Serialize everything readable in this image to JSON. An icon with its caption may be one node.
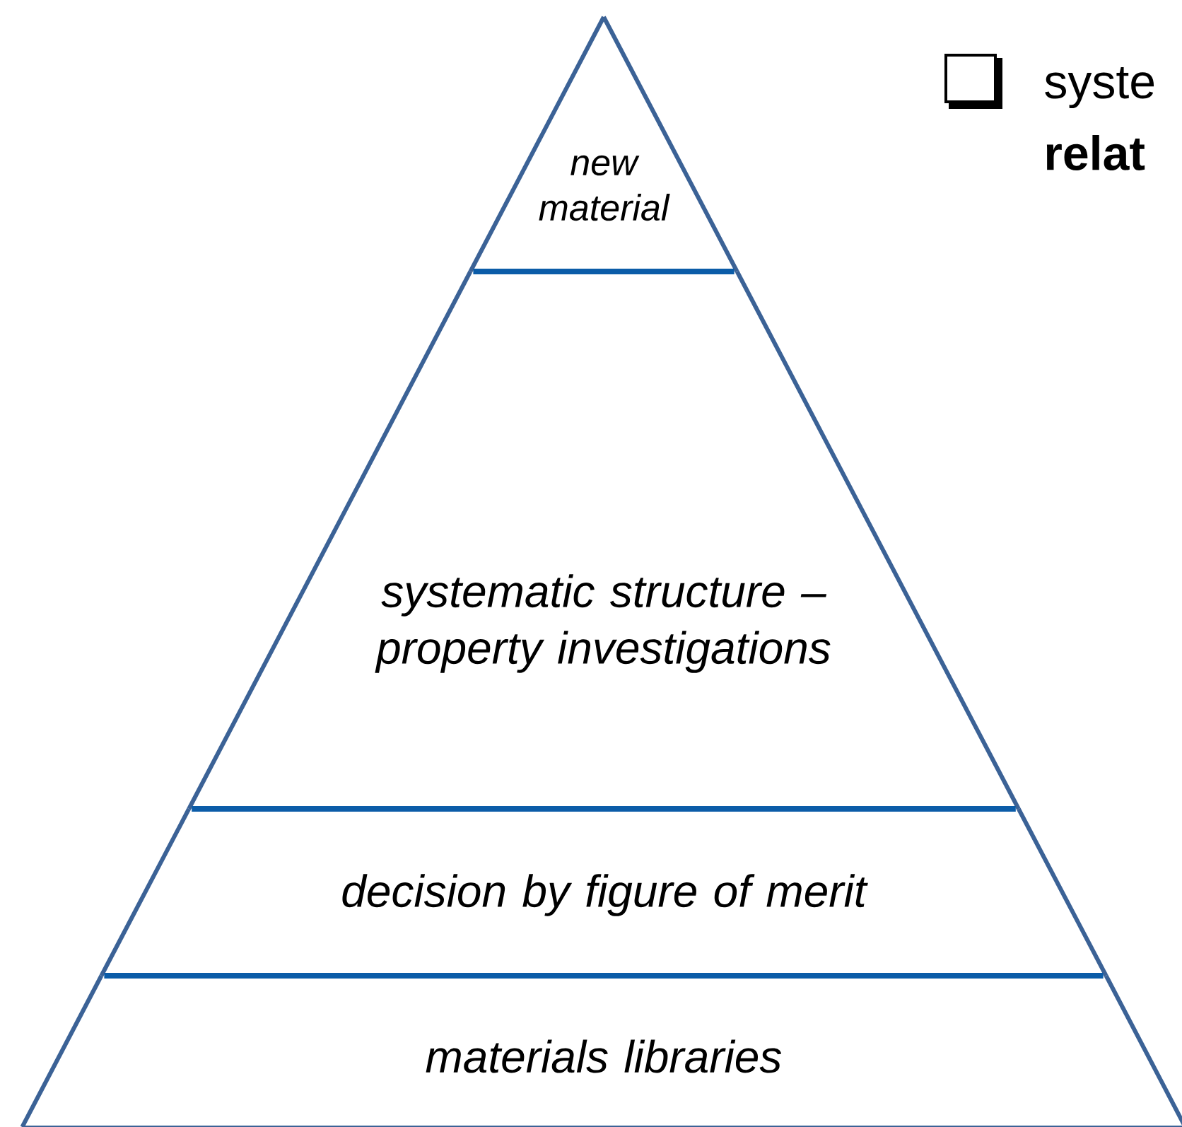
{
  "diagram": {
    "nodes": [
      {
        "text": [
          "new material"
        ]
      },
      {
        "text": [
          "systematic structure – property investigations"
        ]
      },
      {
        "text": [
          "decision by figure of merit"
        ]
      },
      {
        "text": [
          "materials libraries"
        ]
      }
    ],
    "labels": [
      "syste",
      "relat"
    ]
  }
}
